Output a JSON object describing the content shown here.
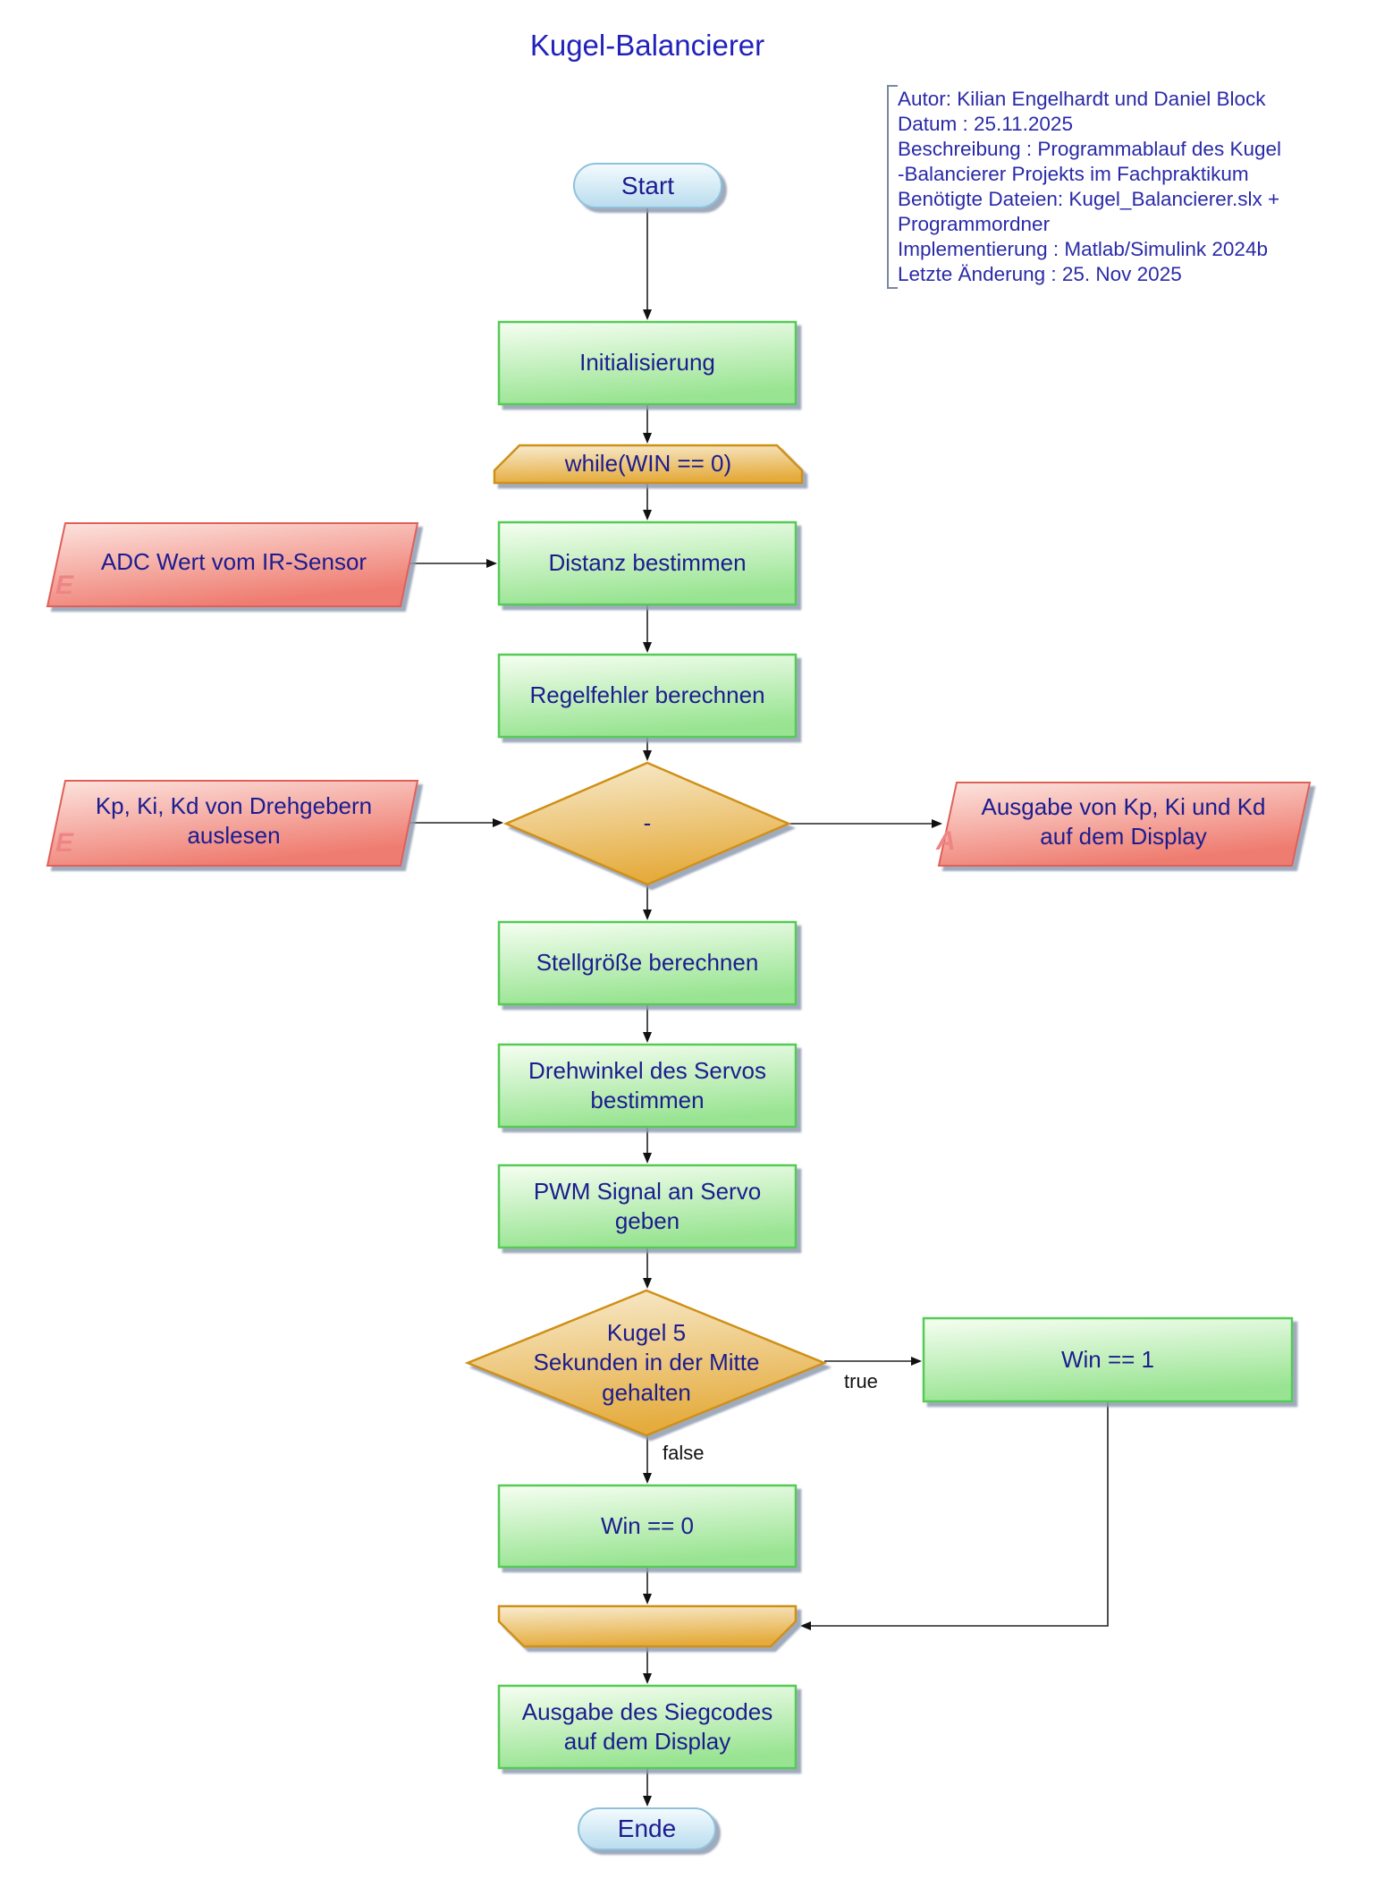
{
  "title": "Kugel-Balancierer",
  "info": {
    "lines": [
      "Autor: Kilian Engelhardt und Daniel Block",
      "Datum : 25.11.2025",
      "Beschreibung : Programmablauf des Kugel",
      "-Balancierer Projekts im Fachpraktikum",
      "Benötigte Dateien: Kugel_Balancierer.slx +",
      "Programmordner",
      "Implementierung : Matlab/Simulink 2024b",
      "Letzte Änderung : 25. Nov 2025"
    ]
  },
  "nodes": {
    "start": "Start",
    "init": "Initialisierung",
    "while_loop": "while(WIN == 0)",
    "adc_input": "ADC Wert vom IR-Sensor",
    "distanz": "Distanz bestimmen",
    "regelfehler": "Regelfehler berechnen",
    "decision_minus": "-",
    "kp_input": "Kp, Ki, Kd von Drehgebern\nauslesen",
    "kp_output": "Ausgabe von Kp, Ki und Kd\nauf dem Display",
    "stellgroesse": "Stellgröße berechnen",
    "drehwinkel": "Drehwinkel des Servos\nbestimmen",
    "pwm": "PWM Signal an Servo\ngeben",
    "decision_kugel": "Kugel 5\nSekunden in der Mitte\ngehalten",
    "win1": "Win == 1",
    "win0": "Win == 0",
    "siegcode": "Ausgabe des Siegcodes\nauf dem Display",
    "ende": "Ende"
  },
  "labels": {
    "branch_true": "true",
    "branch_false": "false",
    "input_marker": "E",
    "output_marker": "A"
  },
  "colors": {
    "process_border": "#55cb55",
    "process_fill_light": "#f6fef2",
    "process_fill_dark": "#99e492",
    "terminator_border": "#8fc2da",
    "decision_border": "#cf9018",
    "io_border": "#df6158",
    "text_navy": "#1c1c8f",
    "title_blue": "#2222bb"
  }
}
